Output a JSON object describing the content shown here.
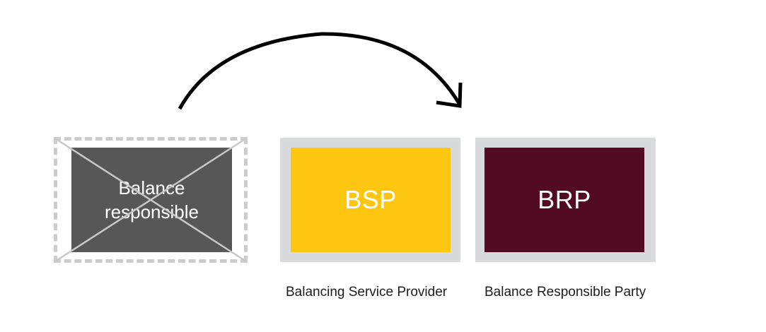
{
  "diagram": {
    "replaced_role": {
      "label": "Balance responsible",
      "state": "crossed-out"
    },
    "roles": [
      {
        "abbreviation": "BSP",
        "caption": "Balancing Service Provider",
        "color": "#fdc610"
      },
      {
        "abbreviation": "BRP",
        "caption": "Balance Responsible Party",
        "color": "#530a23"
      }
    ],
    "arrow": {
      "from": "replaced_role",
      "to": "BSP"
    },
    "colors": {
      "crossed_box": "#575757",
      "frame": "#d9dadb",
      "dashed_frame": "#cbcdcc",
      "arrow": "#000000"
    }
  }
}
